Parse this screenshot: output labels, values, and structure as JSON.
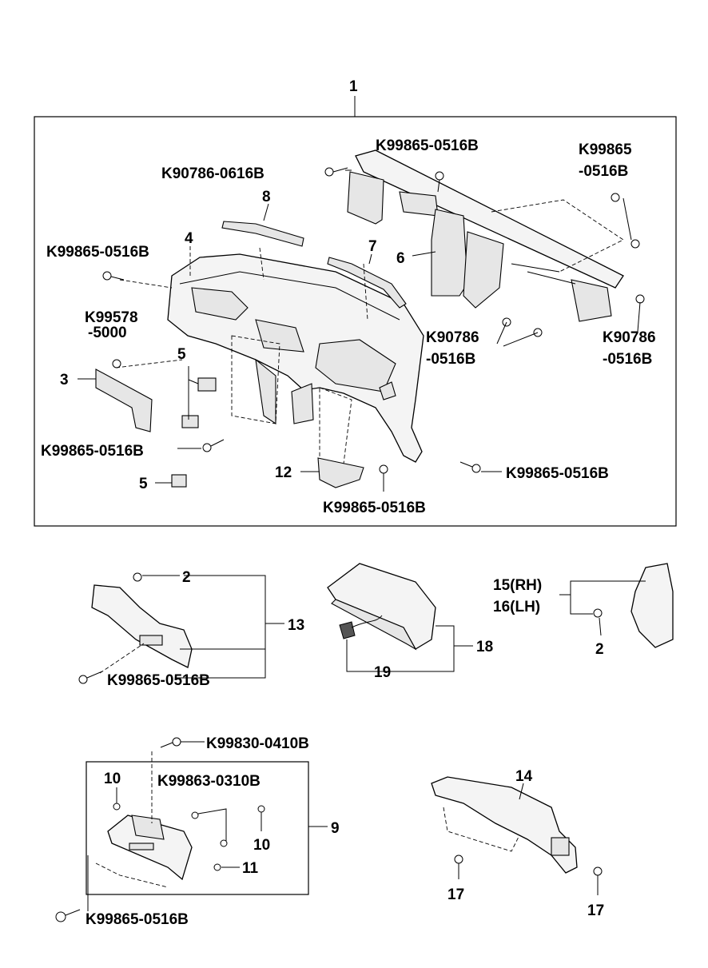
{
  "labels": {
    "main_assembly": "1",
    "bolt_top_center": "K99865-0516B",
    "bolt_top_right_a": "K99865",
    "bolt_top_right_b": "-0516B",
    "bolt_top_left": "K90786-0616B",
    "part_8": "8",
    "part_4": "4",
    "bolt_left": "K99865-0516B",
    "part_7": "7",
    "part_6": "6",
    "nut_a": "K99578",
    "nut_b": "-5000",
    "bolt_mid_a": "K90786",
    "bolt_mid_b": "-0516B",
    "bolt_right_a": "K90786",
    "bolt_right_b": "-0516B",
    "part_5_upper": "5",
    "part_3": "3",
    "screw_lower_left": "K99865-0516B",
    "part_5_lower": "5",
    "part_12": "12",
    "screw_lower_right": "K99865-0516B",
    "screw_bottom_center": "K99865-0516B",
    "clip_2_a": "2",
    "part_13": "13",
    "screw_13": "K99865-0516B",
    "part_18": "18",
    "part_19": "19",
    "part_15": "15(RH)",
    "part_16": "16(LH)",
    "clip_2_b": "2",
    "screw_glovebox_top": "K99830-0410B",
    "part_10_a": "10",
    "screw_glovebox_mid": "K99863-0310B",
    "part_9": "9",
    "part_10_b": "10",
    "part_11": "11",
    "screw_glovebox_bottom": "K99865-0516B",
    "part_14": "14",
    "part_17_a": "17",
    "part_17_b": "17"
  }
}
